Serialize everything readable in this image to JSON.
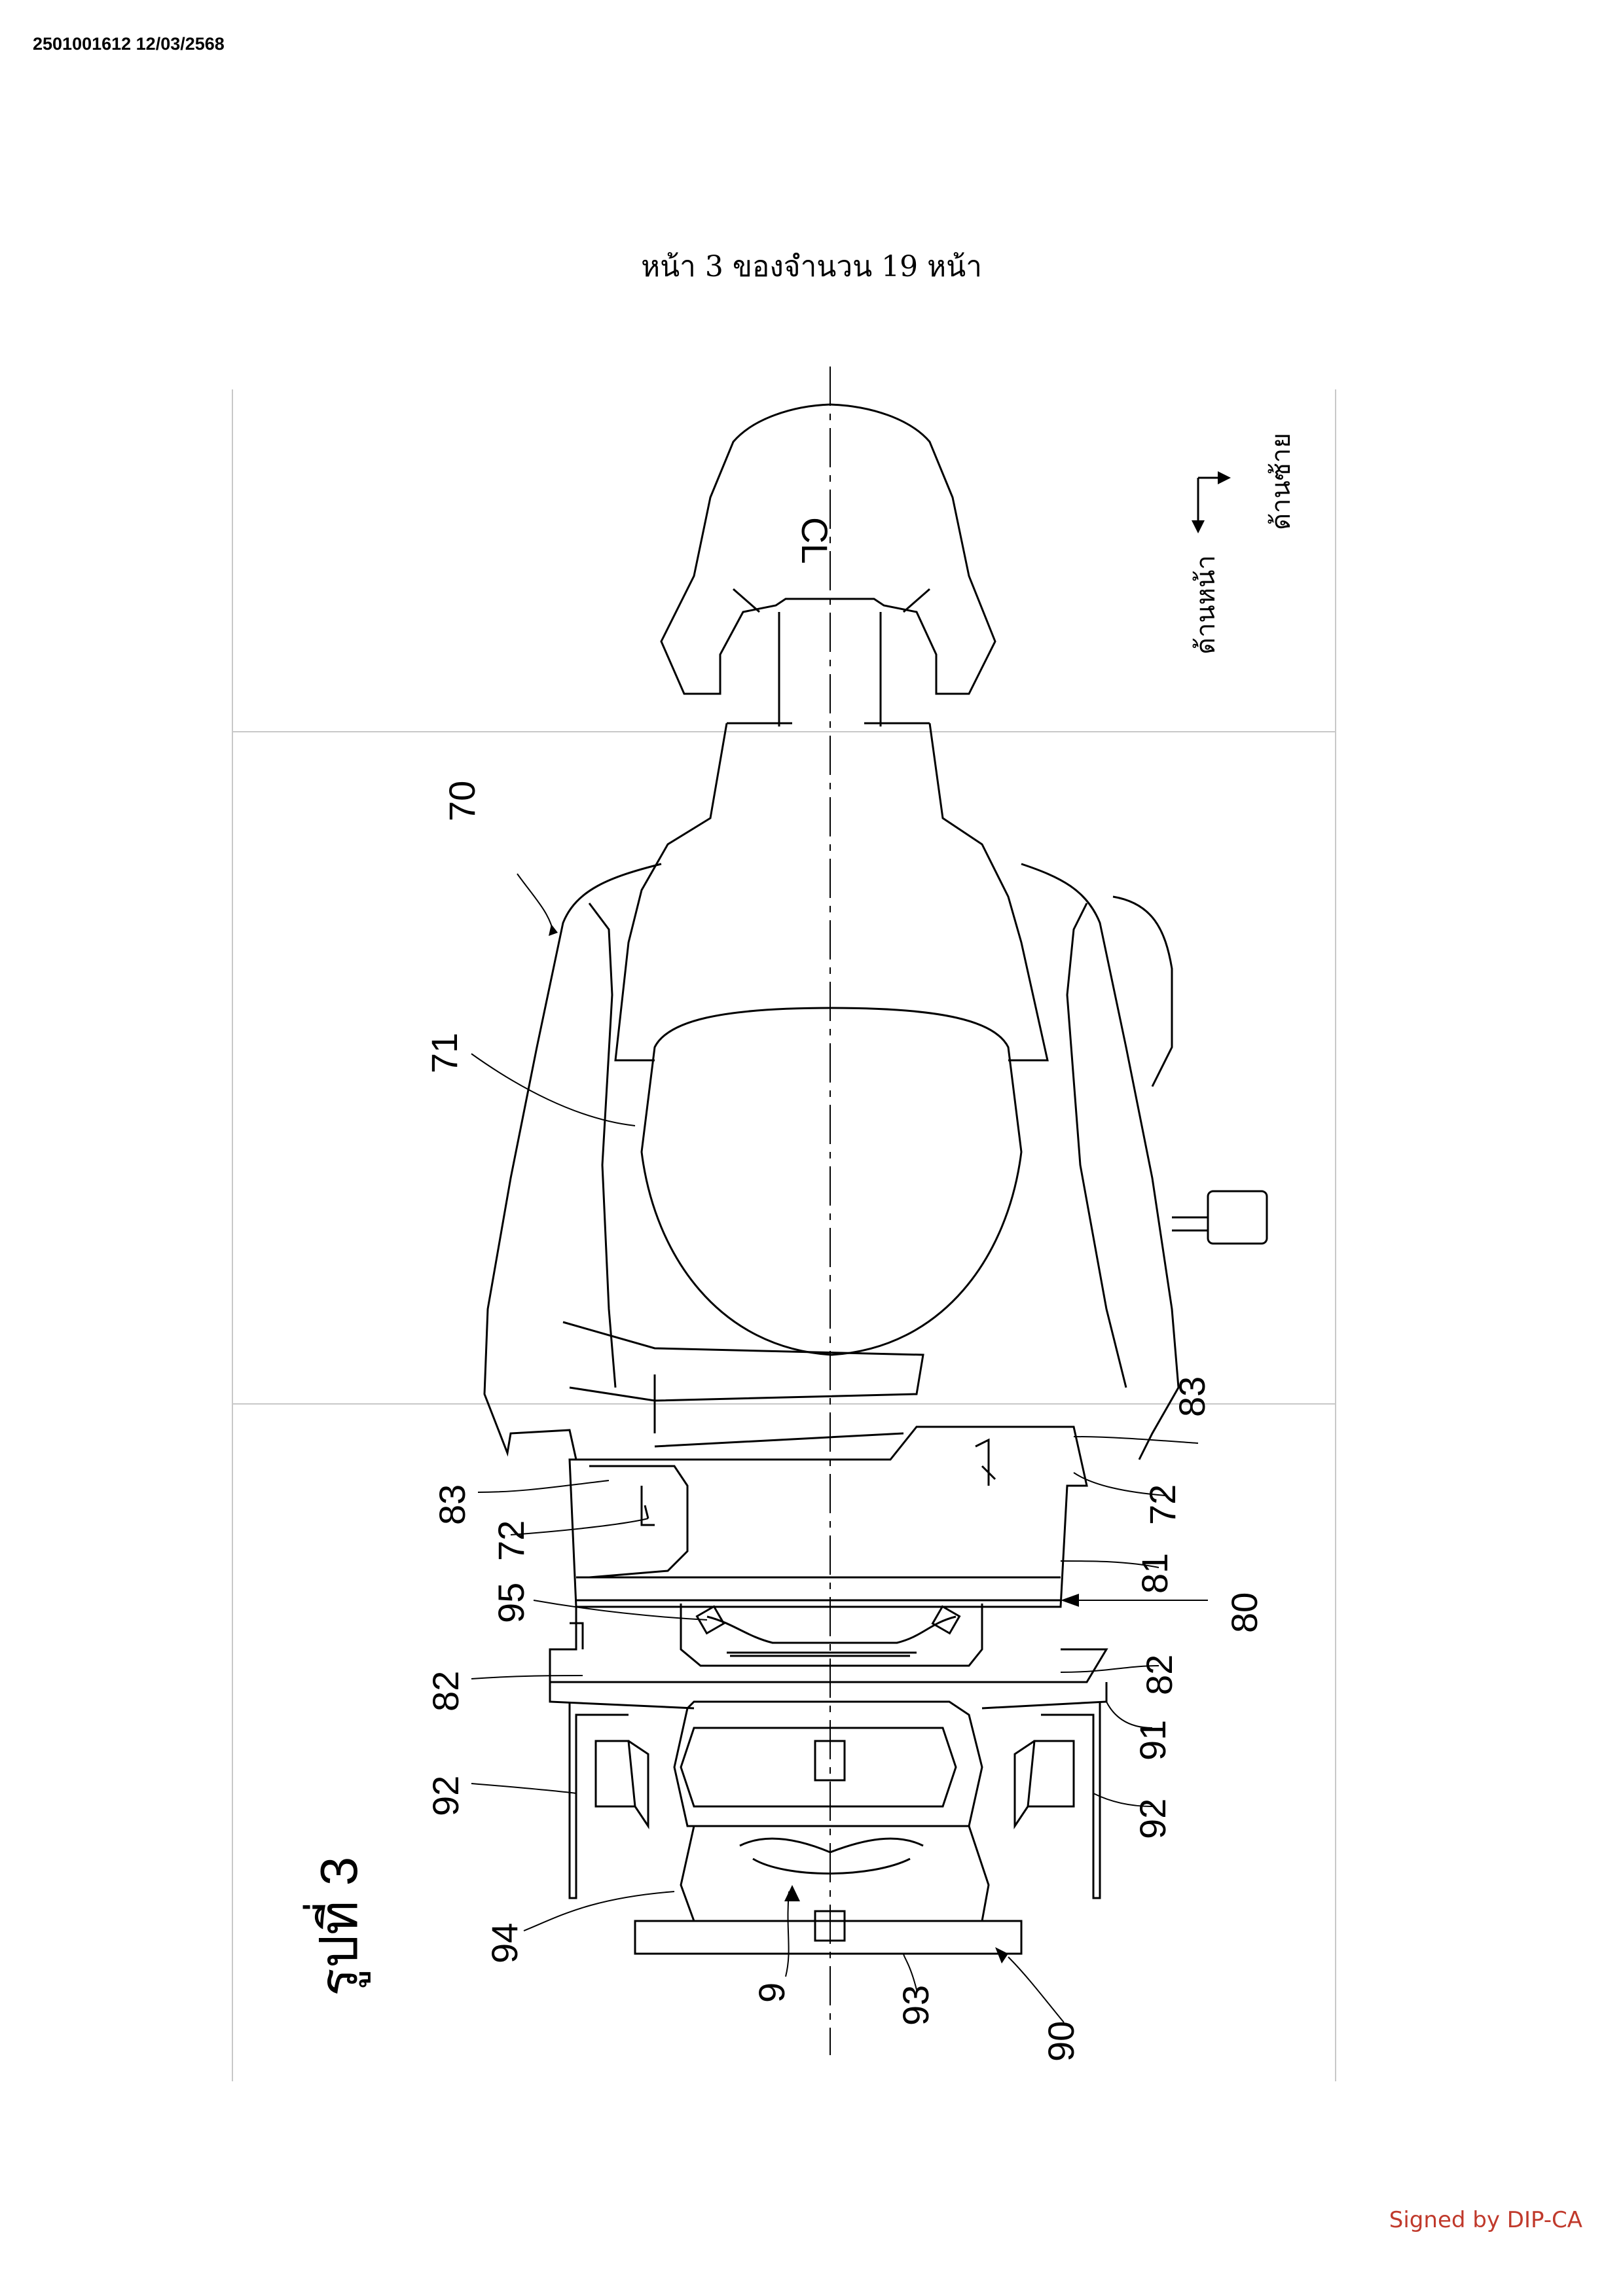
{
  "document": {
    "header_id": "2501001612 12/03/2568",
    "page_count": "หน้า 3 ของจำนวน 19 หน้า",
    "signature": "Signed by DIP-CA"
  },
  "figure": {
    "label": "รูปที่ 3",
    "centerline_label": "CL",
    "direction": {
      "front": "ด้านหน้า",
      "left": "ด้านซ้าย"
    },
    "callouts": {
      "c70": "70",
      "c71": "71",
      "c83a": "83",
      "c83b": "83",
      "c72a": "72",
      "c72b": "72",
      "c95": "95",
      "c81": "81",
      "c80": "80",
      "c82a": "82",
      "c82b": "82",
      "c91": "91",
      "c92a": "92",
      "c92b": "92",
      "c94": "94",
      "c9": "9",
      "c93": "93",
      "c90": "90"
    }
  }
}
